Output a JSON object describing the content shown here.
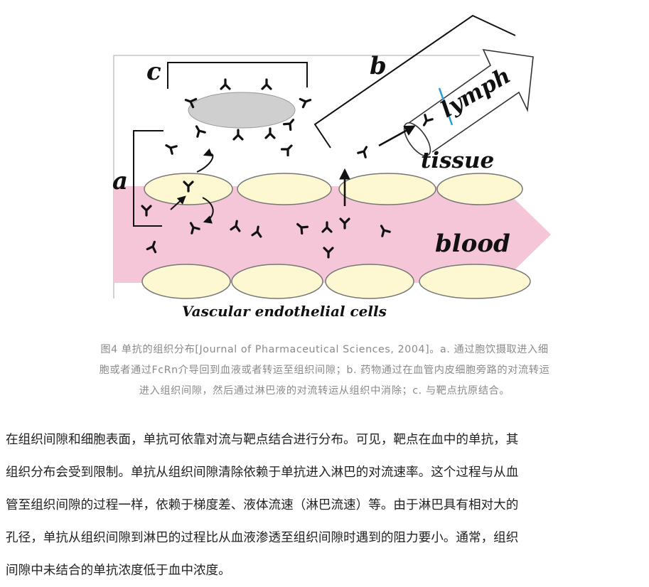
{
  "diagram": {
    "labels": {
      "a": "a",
      "b": "b",
      "c": "c",
      "lymph": "lymph",
      "tissue": "tissue",
      "blood": "blood",
      "vascular": "Vascular endothelial cells"
    },
    "colors": {
      "blood": "#f5c6d8",
      "endothelial": "#fdf8d2",
      "cell_outline": "#777777",
      "antigen_cell": "#cfcfcf",
      "lymph_accent": "#2a9fd6",
      "line": "#111111"
    }
  },
  "caption": {
    "lines": [
      "图4 单抗的组织分布[Journal of Pharmaceutical Sciences, 2004]。a. 通过胞饮摄取进入细",
      "胞或者通过FcRn介导回到血液或者转运至组织间隙；b. 药物通过在血管内皮细胞旁路的对流转运",
      "进入组织间隙，然后通过淋巴液的对流转运从组织中消除；c. 与靶点抗原结合。"
    ]
  },
  "body": {
    "lines": [
      "在组织间隙和细胞表面，单抗可依靠对流与靶点结合进行分布。可见，靶点在血中的单抗，其",
      "组织分布会受到限制。单抗从组织间隙清除依赖于单抗进入淋巴的对流速率。这个过程与从血",
      "管至组织间隙的过程一样，依赖于梯度差、液体流速（淋巴流速）等。由于淋巴具有相对大的",
      "孔径，单抗从组织间隙到淋巴的过程比从血液渗透至组织间隙时遇到的阻力要小。通常，组织",
      "间隙中未结合的单抗浓度低于血中浓度。"
    ]
  }
}
